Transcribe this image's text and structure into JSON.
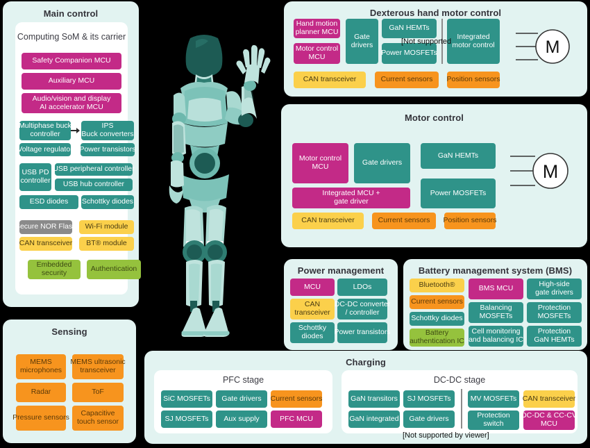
{
  "main_control": {
    "title": "Main control",
    "card_title": "Computing SoM & its carrier",
    "chips": [
      {
        "label": "Safety Companion MCU",
        "color": "magenta"
      },
      {
        "label": "Auxiliary MCU",
        "color": "magenta"
      },
      {
        "label": "Audio/vision and display\nAI accelerator MCU",
        "color": "magenta"
      },
      {
        "label": "Multiphase buck\ncontroller",
        "color": "teal"
      },
      {
        "label": "IPS\nBuck converters",
        "color": "teal"
      },
      {
        "label": "Voltage regulator",
        "color": "teal"
      },
      {
        "label": "Power transistors",
        "color": "teal"
      },
      {
        "label": "USB PD\ncontroller",
        "color": "teal"
      },
      {
        "label": "USB peripheral controller",
        "color": "teal"
      },
      {
        "label": "USB hub controller",
        "color": "teal"
      },
      {
        "label": "ESD diodes",
        "color": "teal"
      },
      {
        "label": "Schottky diodes",
        "color": "teal"
      },
      {
        "label": "Secure NOR Flash",
        "color": "gray"
      },
      {
        "label": "Wi-Fi module",
        "color": "yellow"
      },
      {
        "label": "CAN transceiver",
        "color": "yellow"
      },
      {
        "label": "BT® module",
        "color": "yellow"
      },
      {
        "label": "Embedded\nsecurity",
        "color": "green"
      },
      {
        "label": "Authentication",
        "color": "green"
      }
    ]
  },
  "sensing": {
    "title": "Sensing",
    "chips": [
      {
        "label": "MEMS\nmicrophones",
        "color": "orange"
      },
      {
        "label": "MEMS ultrasonic\ntransceiver",
        "color": "orange"
      },
      {
        "label": "Radar",
        "color": "orange"
      },
      {
        "label": "ToF",
        "color": "orange"
      },
      {
        "label": "Pressure sensors",
        "color": "orange"
      },
      {
        "label": "Capacitive\ntouch sensor",
        "color": "orange"
      }
    ]
  },
  "dexterous_hand": {
    "title": "Dexterous hand motor control",
    "note": "[Not supported",
    "motor_label": "M",
    "chips": [
      {
        "label": "Hand motion\nplanner MCU",
        "color": "magenta"
      },
      {
        "label": "Motor control\nMCU",
        "color": "magenta"
      },
      {
        "label": "Gate\ndrivers",
        "color": "teal"
      },
      {
        "label": "GaN HEMTs",
        "color": "teal"
      },
      {
        "label": "Power MOSFETs",
        "color": "teal"
      },
      {
        "label": "Integrated\nmotor control",
        "color": "teal"
      },
      {
        "label": "CAN transceiver",
        "color": "yellow"
      },
      {
        "label": "Current sensors",
        "color": "orange"
      },
      {
        "label": "Position sensors",
        "color": "orange"
      }
    ]
  },
  "motor_control": {
    "title": "Motor control",
    "motor_label": "M",
    "chips": [
      {
        "label": "Motor control\nMCU",
        "color": "magenta"
      },
      {
        "label": "Gate drivers",
        "color": "teal"
      },
      {
        "label": "GaN HEMTs",
        "color": "teal"
      },
      {
        "label": "Integrated MCU +\ngate driver",
        "color": "magenta"
      },
      {
        "label": "Power MOSFETs",
        "color": "teal"
      },
      {
        "label": "CAN transceiver",
        "color": "yellow"
      },
      {
        "label": "Current sensors",
        "color": "orange"
      },
      {
        "label": "Position sensors",
        "color": "orange"
      }
    ]
  },
  "power_management": {
    "title": "Power management",
    "chips": [
      {
        "label": "MCU",
        "color": "magenta"
      },
      {
        "label": "LDOs",
        "color": "teal"
      },
      {
        "label": "CAN\ntransceiver",
        "color": "yellow"
      },
      {
        "label": "DC-DC converter\n/ controller",
        "color": "teal"
      },
      {
        "label": "Schottky\ndiodes",
        "color": "teal"
      },
      {
        "label": "Power transistors",
        "color": "teal"
      }
    ]
  },
  "bms": {
    "title": "Battery management system (BMS)",
    "chips": [
      {
        "label": "Bluetooth®",
        "color": "yellow"
      },
      {
        "label": "BMS MCU",
        "color": "magenta"
      },
      {
        "label": "High-side\ngate drivers",
        "color": "teal"
      },
      {
        "label": "Current sensors",
        "color": "orange"
      },
      {
        "label": "Balancing\nMOSFETs",
        "color": "teal"
      },
      {
        "label": "Protection\nMOSFETs",
        "color": "teal"
      },
      {
        "label": "Schottky diodes",
        "color": "teal"
      },
      {
        "label": "Cell monitoring\nand balancing IC",
        "color": "teal"
      },
      {
        "label": "Protection\nGaN HEMTs",
        "color": "teal"
      },
      {
        "label": "Battery\nauthentication IC",
        "color": "green"
      }
    ]
  },
  "charging": {
    "title": "Charging",
    "pfc": {
      "title": "PFC stage",
      "chips": [
        {
          "label": "SiC MOSFETs",
          "color": "teal"
        },
        {
          "label": "Gate drivers",
          "color": "teal"
        },
        {
          "label": "Current sensors",
          "color": "orange"
        },
        {
          "label": "SJ MOSFETs",
          "color": "teal"
        },
        {
          "label": "Aux supply",
          "color": "teal"
        },
        {
          "label": "PFC MCU",
          "color": "magenta"
        }
      ]
    },
    "dcdc": {
      "title": "DC-DC stage",
      "note": "[Not supported by viewer]",
      "chips": [
        {
          "label": "GaN transitors",
          "color": "teal"
        },
        {
          "label": "SJ MOSFETs",
          "color": "teal"
        },
        {
          "label": "MV MOSFETs",
          "color": "teal"
        },
        {
          "label": "CAN transceiver",
          "color": "yellow"
        },
        {
          "label": "GaN integrated",
          "color": "teal"
        },
        {
          "label": "Gate drivers",
          "color": "teal"
        },
        {
          "label": "Protection\nswitch",
          "color": "teal"
        },
        {
          "label": "DC-DC & CC-CV\nMCU",
          "color": "magenta"
        }
      ]
    }
  },
  "colors": {
    "panel_bg": "#e2f3f1",
    "teal": "#2f9389",
    "magenta": "#c32a87",
    "yellow": "#fbd04b",
    "orange": "#f7941e",
    "green": "#95c23d",
    "gray": "#8a8a8a",
    "background": "#000000"
  },
  "illustration": {
    "name": "humanoid-robot-waving"
  }
}
